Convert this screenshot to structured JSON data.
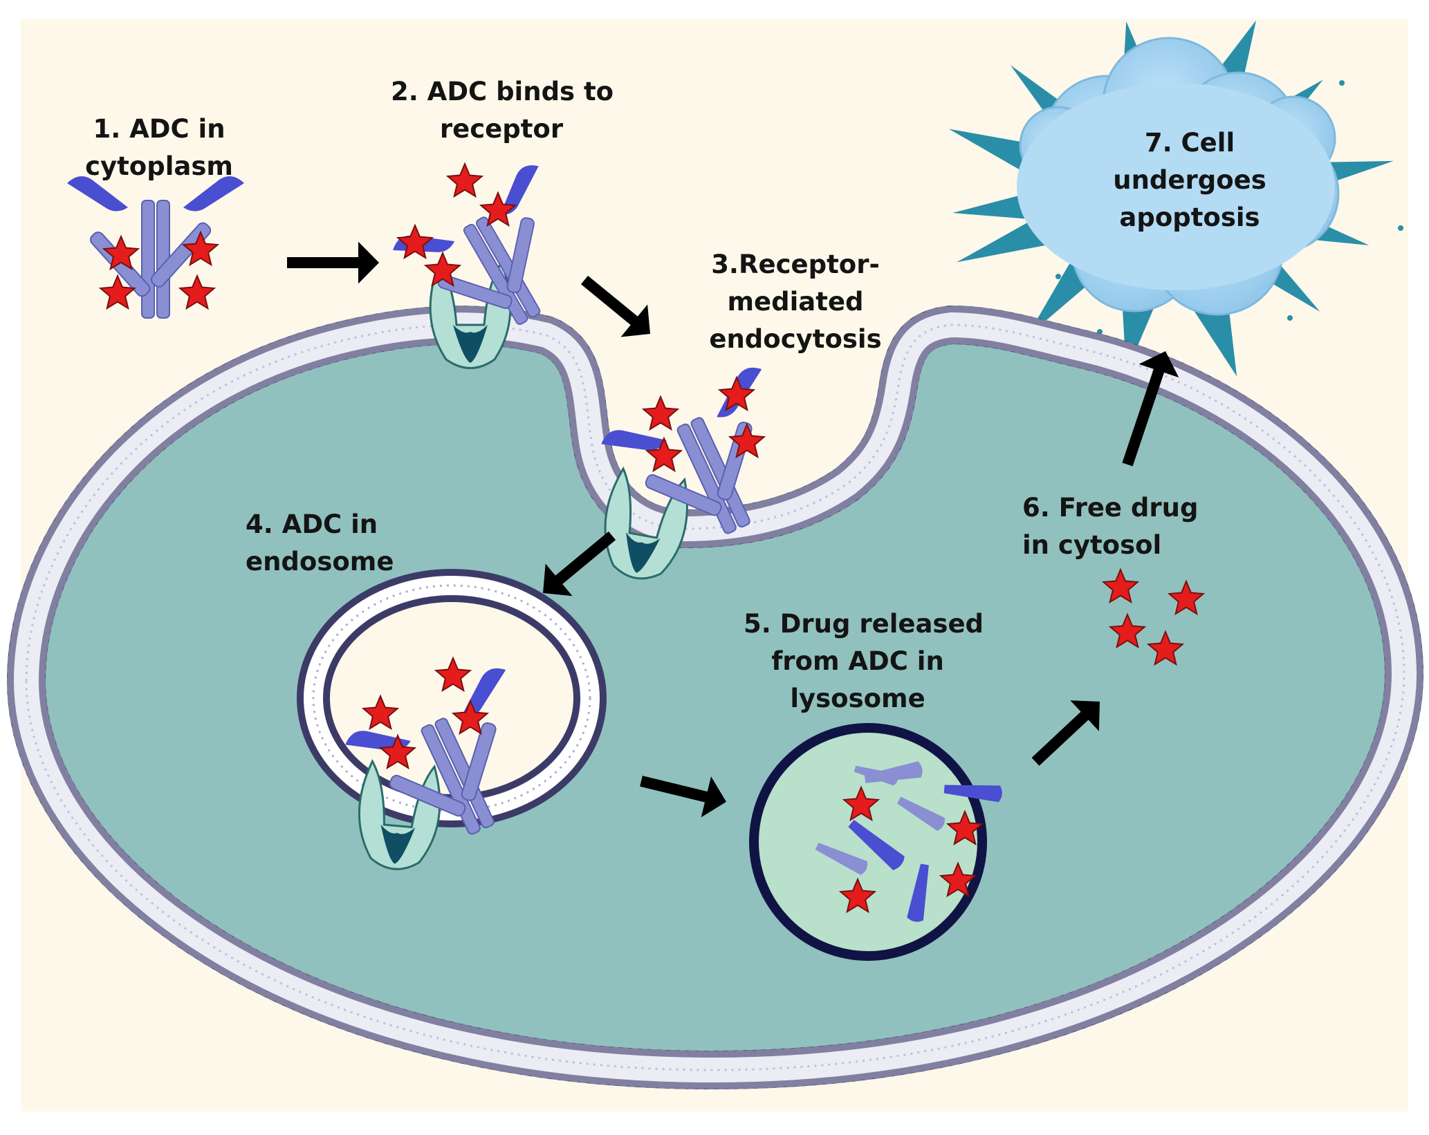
{
  "diagram": {
    "steps": [
      {
        "id": "step-1",
        "lines": [
          "1. ADC in",
          "cytoplasm"
        ]
      },
      {
        "id": "step-2",
        "lines": [
          "2. ADC binds to",
          "receptor"
        ]
      },
      {
        "id": "step-3",
        "lines": [
          "3.Receptor-",
          "mediated",
          "endocytosis"
        ]
      },
      {
        "id": "step-4",
        "lines": [
          "4. ADC in",
          "endosome"
        ]
      },
      {
        "id": "step-5",
        "lines": [
          "5. Drug released",
          "from ADC in",
          "lysosome"
        ]
      },
      {
        "id": "step-6",
        "lines": [
          "6. Free drug",
          "in cytosol"
        ]
      },
      {
        "id": "step-7",
        "lines": [
          "7. Cell",
          "undergoes",
          "apoptosis"
        ]
      }
    ],
    "colors": {
      "background": "#fdf8ea",
      "cytoplasm": "#91c1bf",
      "membrane_head": "#3c3b68",
      "antibody": "#8a8fd4",
      "antibody_dark": "#4a4ed0",
      "receptor": "#b4dfd4",
      "receptor_dark": "#0f4e63",
      "drug_star": "#e51c1c",
      "lysosome_fill": "#b8e0ca",
      "lysosome_ring": "#101444",
      "cloud": "#a9d6f2",
      "burst": "#2a8ea8",
      "arrow": "#000000"
    }
  }
}
